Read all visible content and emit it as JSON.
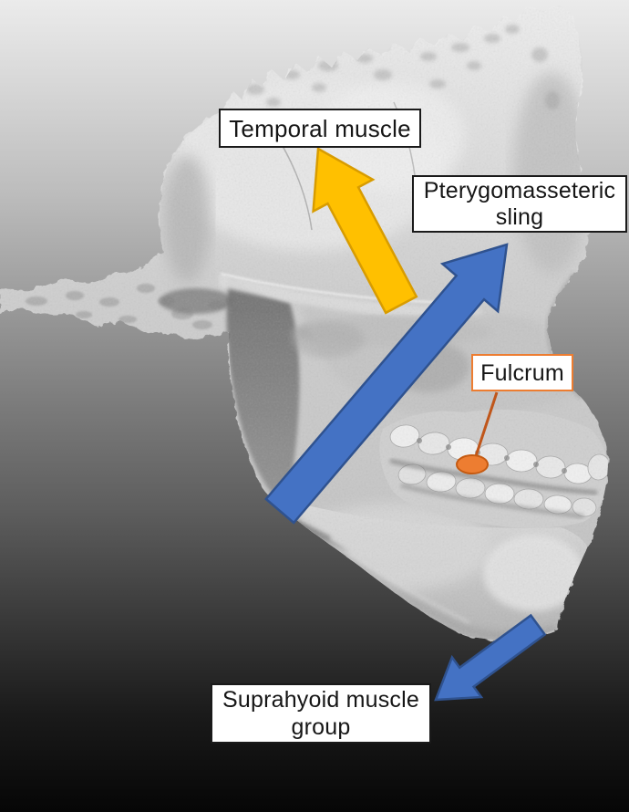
{
  "background": {
    "gradient_top": "#ebebeb",
    "gradient_bottom": "#060606"
  },
  "labels": {
    "temporal": {
      "text": "Temporal muscle",
      "border_color": "#1a1a1a"
    },
    "pterygomasseteric": {
      "line1": "Pterygomasseteric",
      "line2": "sling",
      "border_color": "#1a1a1a"
    },
    "fulcrum": {
      "text": "Fulcrum",
      "border_color": "#ed7d31"
    },
    "suprahyoid": {
      "line1": "Suprahyoid muscle",
      "line2": "group",
      "border_color": "#1a1a1a"
    }
  },
  "arrows": {
    "temporal": {
      "fill": "#ffc000",
      "outline": "#d89c00",
      "direction": "up-left"
    },
    "pterygomasseteric": {
      "fill": "#4472c4",
      "outline": "#2f528f",
      "direction": "up-right"
    },
    "suprahyoid": {
      "fill": "#4472c4",
      "outline": "#2f528f",
      "direction": "down-left"
    }
  },
  "fulcrum_marker": {
    "fill": "#ed7d31",
    "outline": "#c55a11",
    "shape": "ellipse"
  }
}
